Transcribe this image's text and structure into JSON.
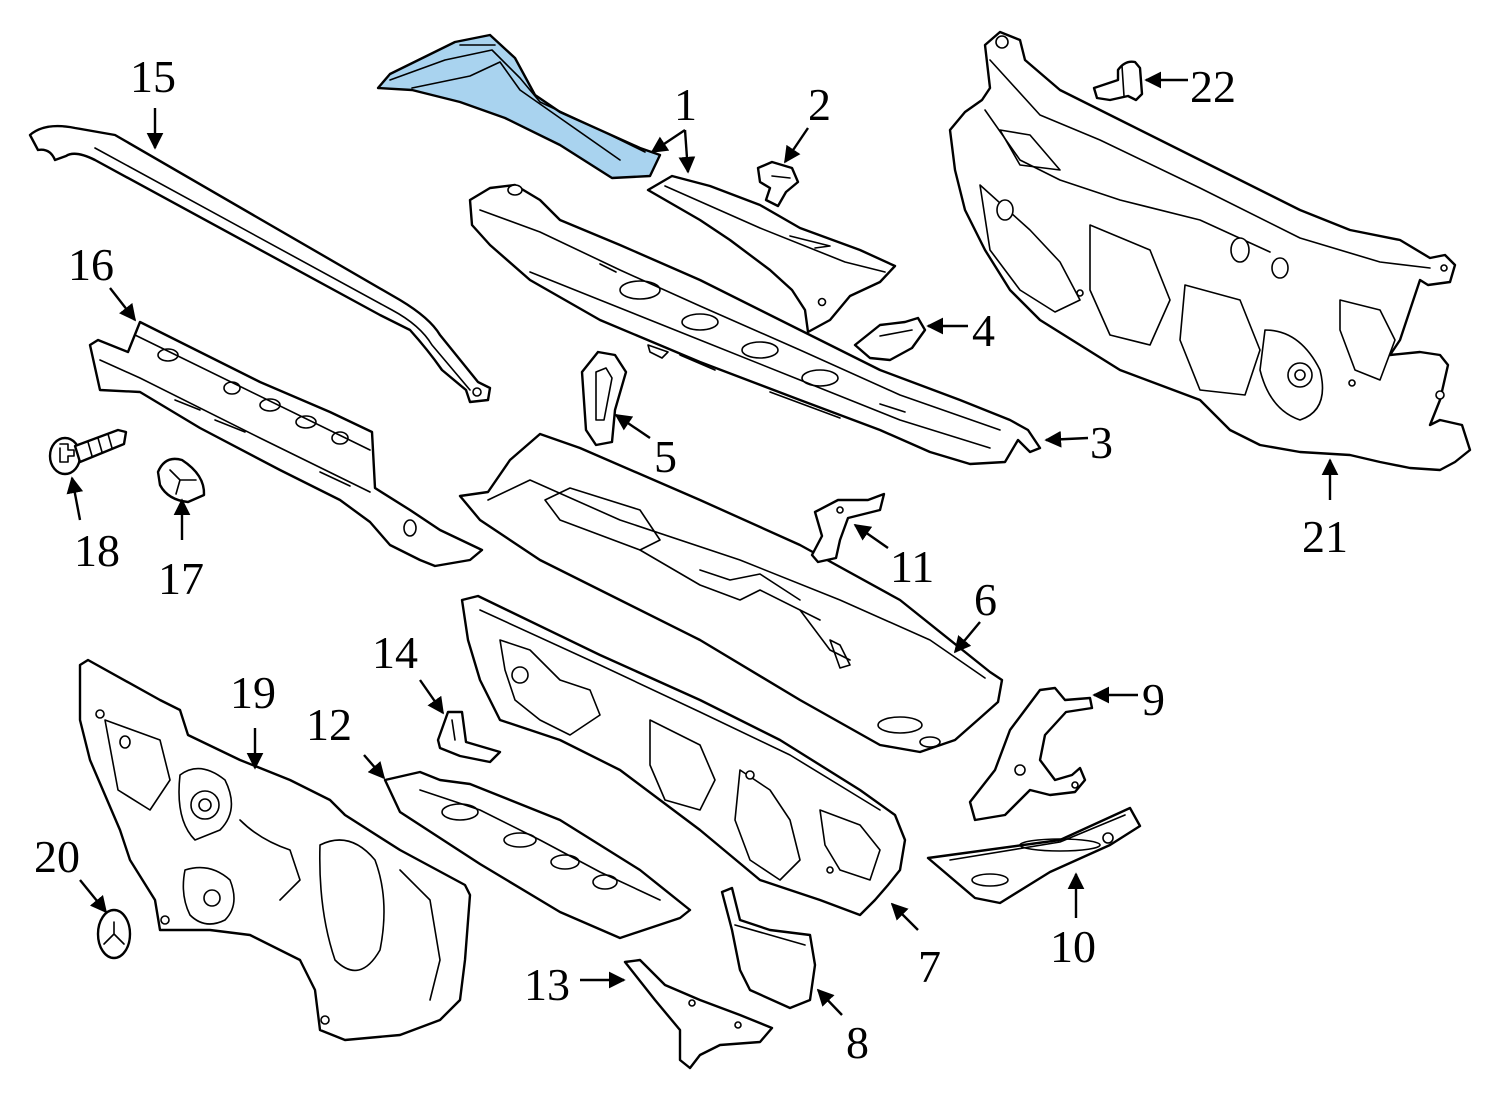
{
  "diagram": {
    "highlight_color": "#a9d3ef",
    "line_color": "#000000",
    "background": "#ffffff",
    "callouts": [
      {
        "id": "c1",
        "label": "1"
      },
      {
        "id": "c2",
        "label": "2"
      },
      {
        "id": "c3",
        "label": "3"
      },
      {
        "id": "c4",
        "label": "4"
      },
      {
        "id": "c5",
        "label": "5"
      },
      {
        "id": "c6",
        "label": "6"
      },
      {
        "id": "c7",
        "label": "7"
      },
      {
        "id": "c8",
        "label": "8"
      },
      {
        "id": "c9",
        "label": "9"
      },
      {
        "id": "c10",
        "label": "10"
      },
      {
        "id": "c11",
        "label": "11"
      },
      {
        "id": "c12",
        "label": "12"
      },
      {
        "id": "c13",
        "label": "13"
      },
      {
        "id": "c14",
        "label": "14"
      },
      {
        "id": "c15",
        "label": "15"
      },
      {
        "id": "c16",
        "label": "16"
      },
      {
        "id": "c17",
        "label": "17"
      },
      {
        "id": "c18",
        "label": "18"
      },
      {
        "id": "c19",
        "label": "19"
      },
      {
        "id": "c20",
        "label": "20"
      },
      {
        "id": "c21",
        "label": "21"
      },
      {
        "id": "c22",
        "label": "22"
      }
    ]
  }
}
